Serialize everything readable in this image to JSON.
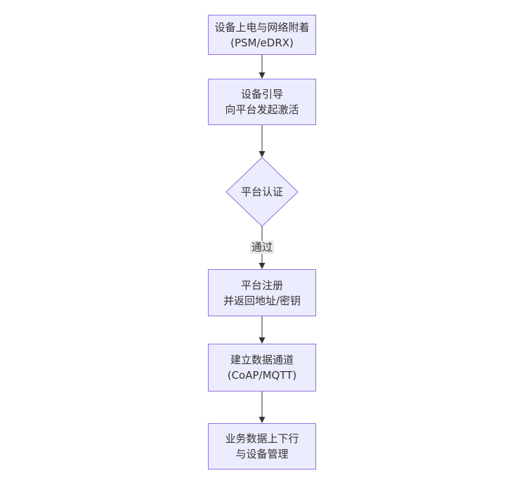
{
  "diagram": {
    "type": "flowchart",
    "direction": "top-down",
    "colors": {
      "node_fill": "#ECECFF",
      "node_border": "#9370DB",
      "node_text": "#333333",
      "edge_line": "#333333",
      "edge_label_bg": "#e8e8e8",
      "background": "#ffffff"
    },
    "nodes": [
      {
        "id": "A",
        "shape": "rect",
        "lines": [
          "设备上电与网络附着",
          "(PSM/eDRX)"
        ]
      },
      {
        "id": "B",
        "shape": "rect",
        "lines": [
          "设备引导",
          "向平台发起激活"
        ]
      },
      {
        "id": "C",
        "shape": "diamond",
        "lines": [
          "平台认证"
        ]
      },
      {
        "id": "D",
        "shape": "rect",
        "lines": [
          "平台注册",
          "并返回地址/密钥"
        ]
      },
      {
        "id": "E",
        "shape": "rect",
        "lines": [
          "建立数据通道",
          "(CoAP/MQTT)"
        ]
      },
      {
        "id": "F",
        "shape": "rect",
        "lines": [
          "业务数据上下行",
          "与设备管理"
        ]
      }
    ],
    "edges": [
      {
        "from": "A",
        "to": "B",
        "label": ""
      },
      {
        "from": "B",
        "to": "C",
        "label": ""
      },
      {
        "from": "C",
        "to": "D",
        "label": "通过"
      },
      {
        "from": "D",
        "to": "E",
        "label": ""
      },
      {
        "from": "E",
        "to": "F",
        "label": ""
      }
    ]
  }
}
